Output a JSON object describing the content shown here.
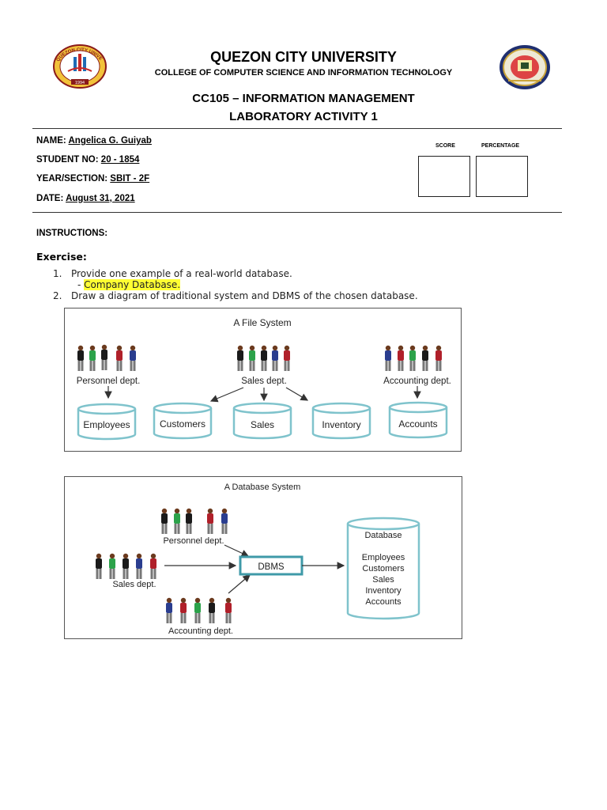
{
  "header": {
    "university": "QUEZON CITY UNIVERSITY",
    "college": "COLLEGE OF COMPUTER SCIENCE AND INFORMATION TECHNOLOGY",
    "course": "CC105 – INFORMATION MANAGEMENT",
    "activity": "LABORATORY ACTIVITY 1",
    "left_logo": {
      "top_text": "QUEZON CITY UNIVERSITY",
      "year": "1994"
    },
    "right_logo": "seal"
  },
  "student": {
    "name_label": "NAME:",
    "name_value": "Angelica G. Guiyab",
    "no_label": "STUDENT NO:",
    "no_value": "20 - 1854",
    "section_label": "YEAR/SECTION:",
    "section_value": "SBIT - 2F",
    "date_label": "DATE:",
    "date_value": "August 31, 2021"
  },
  "grading": {
    "score_label": "SCORE",
    "percentage_label": "PERCENTAGE"
  },
  "body": {
    "instructions": "INSTRUCTIONS:",
    "exercise": "Exercise:",
    "q1_num": "1.",
    "q1": "Provide one example of a real-world database.",
    "a1_prefix": "- ",
    "a1": "Company Database.",
    "q2_num": "2.",
    "q2": "Draw a diagram of traditional system and DBMS of the chosen database."
  },
  "file_system_diagram": {
    "title": "A File System",
    "departments": [
      "Personnel dept.",
      "Sales dept.",
      "Accounting dept."
    ],
    "files": [
      "Employees",
      "Customers",
      "Sales",
      "Inventory",
      "Accounts"
    ]
  },
  "database_system_diagram": {
    "title": "A Database System",
    "departments": [
      "Personnel dept.",
      "Sales dept.",
      "Accounting dept."
    ],
    "dbms": "DBMS",
    "database_title": "Database",
    "database_items": [
      "Employees",
      "Customers",
      "Sales",
      "Inventory",
      "Accounts"
    ]
  },
  "colors": {
    "highlight": "#ffff33",
    "cylinder_stroke": "#7fc3cc",
    "dbms_stroke": "#3f9aa8",
    "people": [
      "#1a1a1a",
      "#2ca24a",
      "#b0202a",
      "#2a3d8f",
      "#c0c0c0"
    ]
  }
}
